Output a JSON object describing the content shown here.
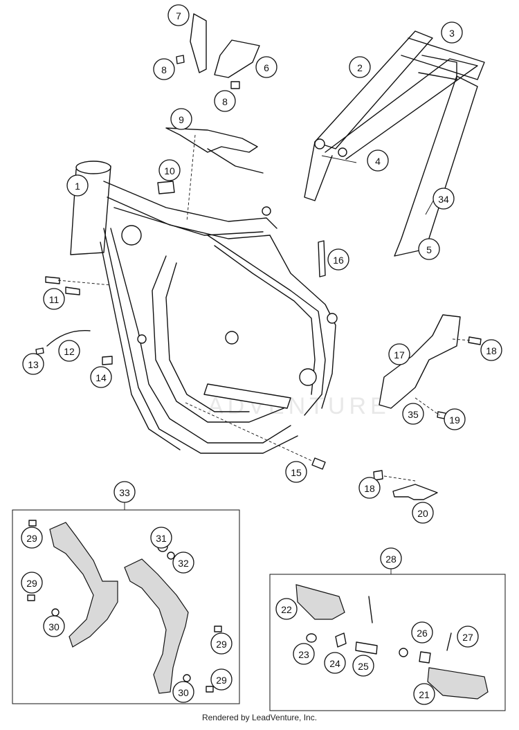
{
  "watermark": "ADVENTURE",
  "footer": "Rendered by LeadVenture, Inc.",
  "callouts": [
    "1",
    "2",
    "3",
    "4",
    "5",
    "6",
    "7",
    "8",
    "8",
    "9",
    "10",
    "11",
    "12",
    "13",
    "14",
    "15",
    "16",
    "17",
    "18",
    "18",
    "19",
    "20",
    "21",
    "22",
    "23",
    "24",
    "25",
    "26",
    "27",
    "28",
    "29",
    "29",
    "29",
    "29",
    "30",
    "30",
    "31",
    "32",
    "33",
    "34",
    "35"
  ]
}
